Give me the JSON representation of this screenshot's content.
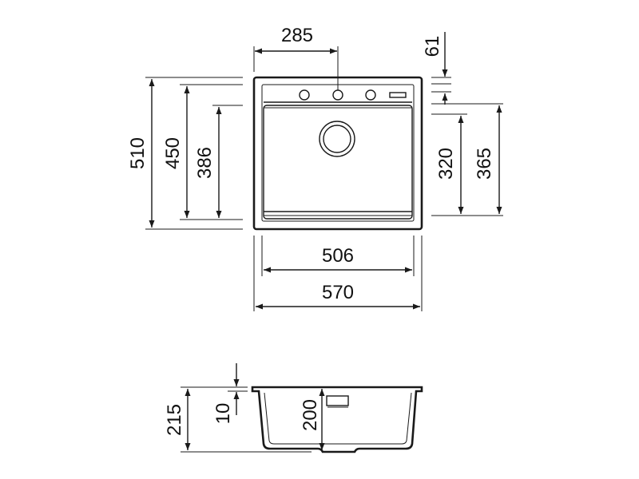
{
  "plan_view": {
    "dims": {
      "width_outer": "570",
      "width_inner": "506",
      "tap_offset": "285",
      "height_outer": "510",
      "height_inner": "450",
      "height_basin": "386",
      "basin_right": "320",
      "basin_right_outer": "365",
      "top_rim": "61"
    }
  },
  "section_view": {
    "dims": {
      "total_depth": "215",
      "rim_thickness": "10",
      "bowl_depth": "200"
    }
  },
  "colors": {
    "line": "#1a1a1a",
    "background": "#ffffff"
  }
}
